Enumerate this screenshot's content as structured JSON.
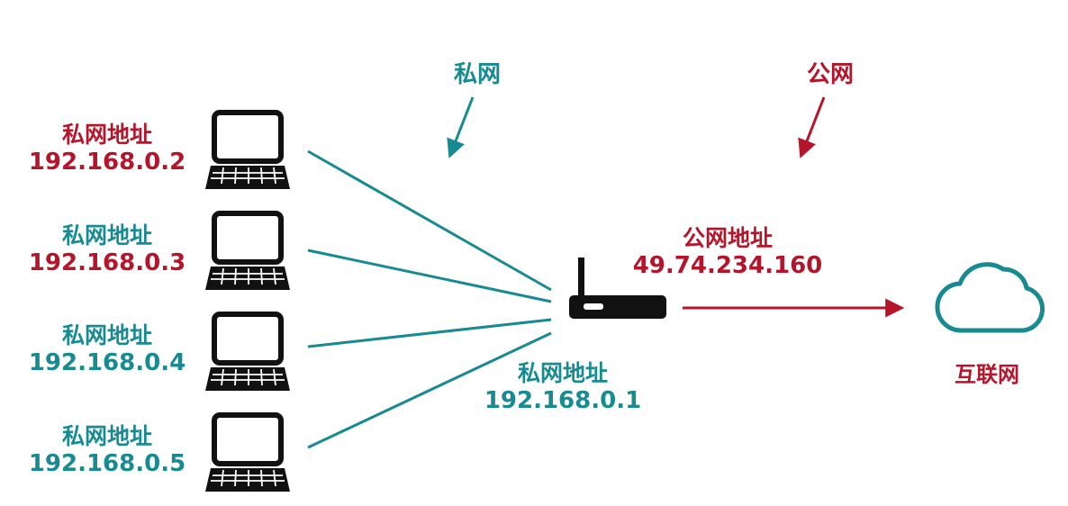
{
  "zones": {
    "private_label": "私网",
    "public_label": "公网"
  },
  "hosts": [
    {
      "title": "私网地址",
      "ip": "192.168.0.2",
      "title_color": "#b5152b",
      "ip_color": "#b5152b"
    },
    {
      "title": "私网地址",
      "ip": "192.168.0.3",
      "title_color": "#178a92",
      "ip_color": "#b5152b"
    },
    {
      "title": "私网地址",
      "ip": "192.168.0.4",
      "title_color": "#178a92",
      "ip_color": "#178a92"
    },
    {
      "title": "私网地址",
      "ip": "192.168.0.5",
      "title_color": "#178a92",
      "ip_color": "#178a92"
    }
  ],
  "router": {
    "private_title": "私网地址",
    "private_ip": "192.168.0.1",
    "public_title": "公网地址",
    "public_ip": "49.74.234.160"
  },
  "internet": {
    "label": "互联网"
  },
  "colors": {
    "teal": "#178a92",
    "red": "#b5152b",
    "black": "#111111"
  },
  "icons": {
    "host": "laptop-icon",
    "router": "router-icon",
    "internet": "cloud-icon"
  }
}
